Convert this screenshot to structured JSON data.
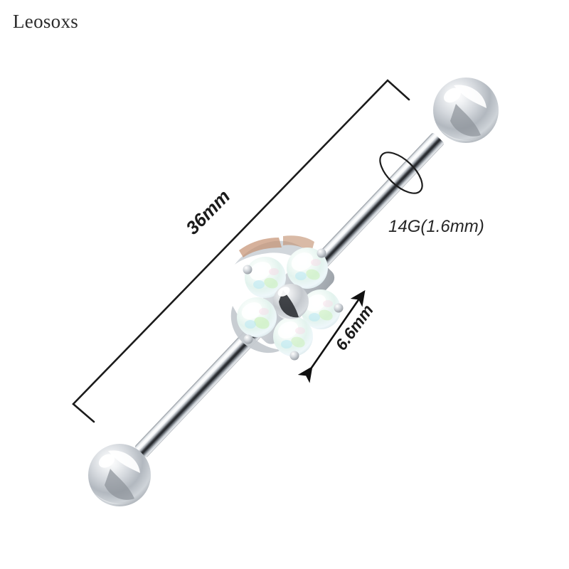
{
  "brand": {
    "name": "Leosoxs"
  },
  "product": {
    "type": "industrial-barbell-piercing",
    "material_color": "#c9ccd1",
    "gem_color": "#f2f7f6",
    "accent_colors": {
      "opal_green": "#c9f0b8",
      "opal_cyan": "#b8e8f2",
      "opal_pink": "#f6d9e6",
      "steel_dark": "#2a2d31",
      "steel_light": "#ffffff",
      "line": "#1b1b1b"
    }
  },
  "annotations": {
    "length": {
      "label": "36mm",
      "name": "length-dimension"
    },
    "ornament": {
      "label": "6.6mm",
      "name": "ornament-dimension"
    },
    "gauge": {
      "label": "14G(1.6mm)",
      "name": "gauge-dimension"
    }
  },
  "icons": {
    "bracket": "dimension-bracket-icon",
    "arrow": "double-arrow-icon",
    "ring": "gauge-ring-icon",
    "flower": "opal-flower-icon",
    "ball_top": "barbell-ball-top-icon",
    "ball_bottom": "barbell-ball-bottom-icon",
    "shaft": "barbell-shaft-icon"
  }
}
